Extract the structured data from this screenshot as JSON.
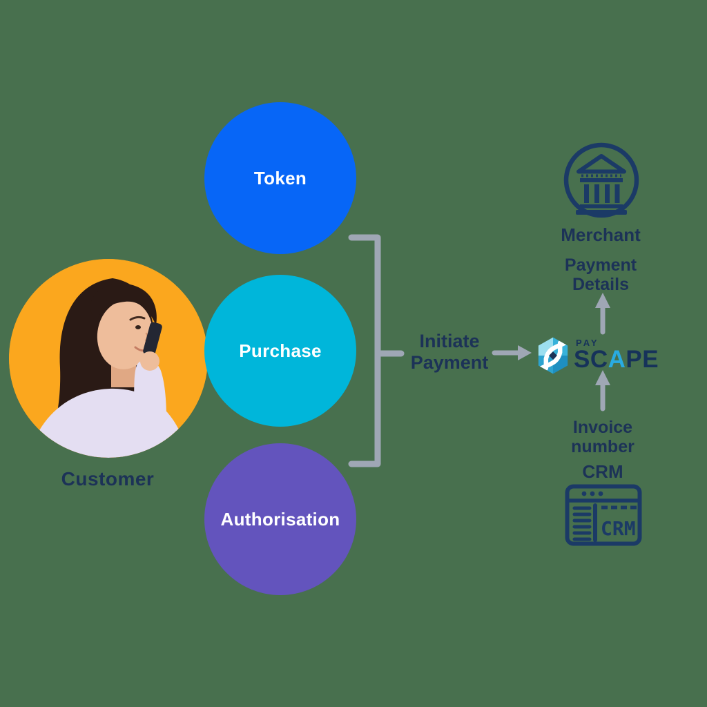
{
  "colors": {
    "background": "#48704e",
    "navy_text": "#1c3257",
    "icon_navy": "#1b3a66",
    "connector_gray": "#9fa7b5",
    "token_blue": "#0766f7",
    "purchase_cyan": "#00b6da",
    "authorisation_purple": "#6354bd",
    "customer_orange": "#fba71e",
    "logo_cyan": "#29abe2"
  },
  "customer": {
    "label": "Customer"
  },
  "circles": [
    {
      "label": "Token",
      "color": "#0766f7"
    },
    {
      "label": "Purchase",
      "color": "#00b6da"
    },
    {
      "label": "Authorisation",
      "color": "#6354bd"
    }
  ],
  "flow": {
    "line1": "Initiate",
    "line2": "Payment"
  },
  "payscape": {
    "pay": "PAY",
    "sc": "SC",
    "a": "A",
    "pe": "PE"
  },
  "merchant": {
    "label": "Merchant",
    "detail_line1": "Payment",
    "detail_line2": "Details"
  },
  "crm": {
    "detail_line1": "Invoice",
    "detail_line2": "number",
    "label": "CRM",
    "icon_text": "CRM"
  }
}
